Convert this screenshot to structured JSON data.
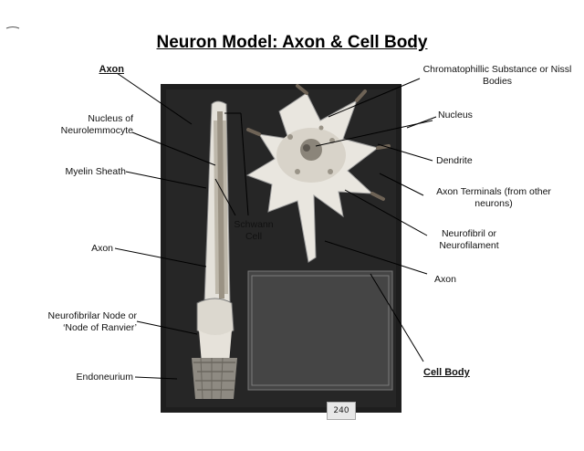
{
  "title": "Neuron Model: Axon & Cell Body",
  "labels_left": {
    "axon_heading": "Axon",
    "nucleus_of_neurolemmocyte": "Nucleus of Neurolemmocyte",
    "myelin_sheath": "Myelin Sheath",
    "axon": "Axon",
    "node_of_ranvier": "Neurofibrilar Node or ‘Node of Ranvier’",
    "endoneurium": "Endoneurium"
  },
  "labels_center": {
    "schwann_cell": "Schwann Cell"
  },
  "labels_right": {
    "nissl_bodies": "Chromatophillic Substance or Nissl Bodies",
    "nucleus": "Nucleus",
    "dendrite": "Dendrite",
    "axon_terminals": "Axon Terminals (from other neurons)",
    "neurofibril": "Neurofibril or Neurofilament",
    "axon": "Axon",
    "cell_body_heading": "Cell Body"
  },
  "specimen_tag": "240"
}
